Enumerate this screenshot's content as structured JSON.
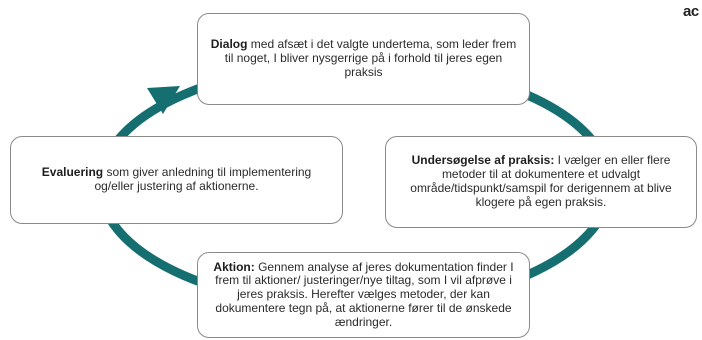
{
  "logo": {
    "text": "ac"
  },
  "colors": {
    "ring": "#156e6f",
    "box_border": "#8a8a8a"
  },
  "steps": {
    "dialog": {
      "title": "Dialog",
      "text": " med afsæt i det valgte undertema, som leder frem til noget, I bliver nysgerrige på i forhold til jeres egen praksis"
    },
    "undersogelse": {
      "title": "Undersøgelse af praksis:",
      "text": " I vælger en eller flere metoder til at dokumentere et udvalgt område/tidspunkt/samspil for derigennem at blive klogere på egen praksis."
    },
    "aktion": {
      "title": "Aktion:",
      "text": " Gennem analyse af jeres dokumentation finder I frem til aktioner/ justeringer/nye tiltag, som I vil afprøve i jeres praksis. Herefter vælges metoder, der kan dokumentere tegn på, at aktionerne fører til de ønskede ændringer."
    },
    "evaluering": {
      "title": "Evaluering",
      "text": " som giver anledning til implementering og/eller justering af aktionerne."
    }
  }
}
